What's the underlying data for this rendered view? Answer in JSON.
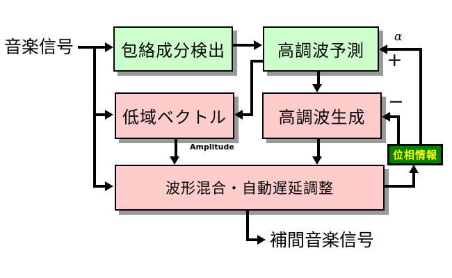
{
  "diagram": {
    "input_label": "音楽信号",
    "output_label": "補間音楽信号",
    "boxes": {
      "envelope": "包絡成分検出",
      "prediction": "高調波予測",
      "low_vector": "低域ベクトル",
      "generation": "高調波生成",
      "mixing": "波形混合・自動遅延調整",
      "phase": "位相情報"
    },
    "annotations": {
      "amplitude": "Amplitude",
      "alpha": "α",
      "plus": "+",
      "minus": "−"
    },
    "colors": {
      "green_box": "#ccffcc",
      "pink_box": "#ffcccc",
      "phase_fill": "#008000",
      "phase_text": "#ffff00",
      "shadow": "#999999",
      "line": "#000000"
    }
  }
}
